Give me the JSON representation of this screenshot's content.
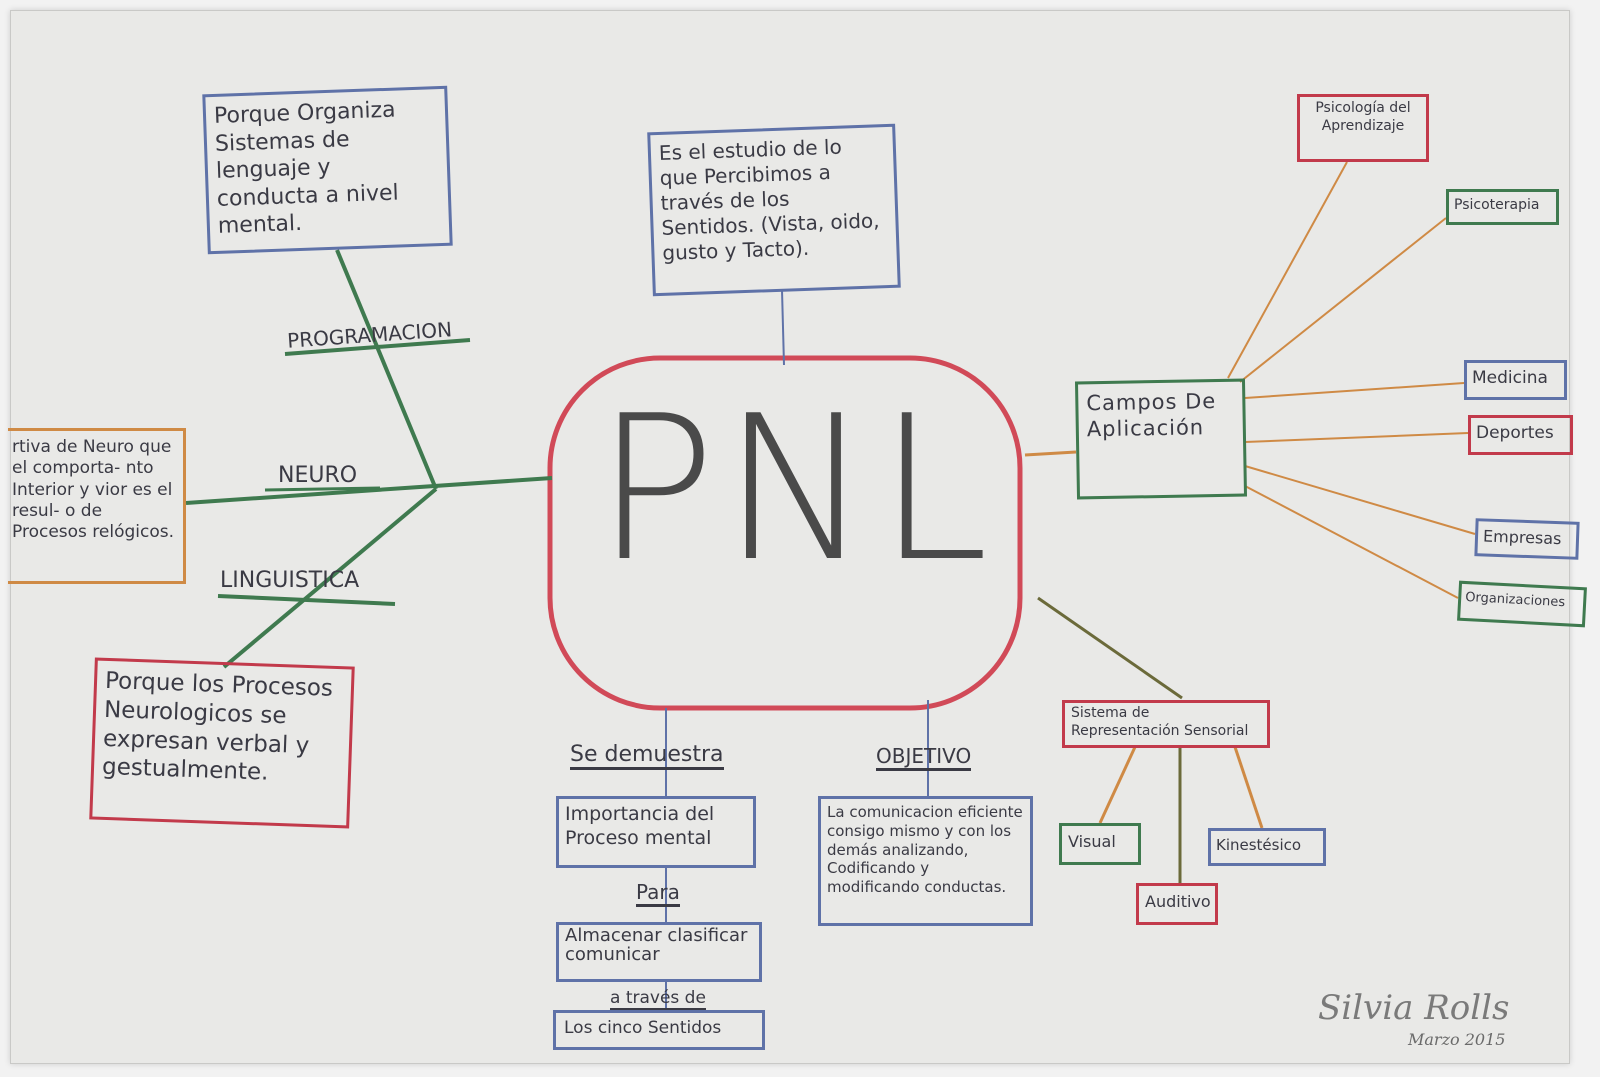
{
  "center": {
    "title": "PNL"
  },
  "branches": {
    "programacion": "PROGRAMACION",
    "neuro": "NEURO",
    "linguistica": "LINGUISTICA"
  },
  "boxes": {
    "programacion_desc": "Porque Organiza Sistemas de lenguaje y conducta a nivel mental.",
    "neuro_desc": "rtiva de Neuro que el comporta- nto Interior y vior es el resul- o de Procesos relógicos.",
    "linguistica_desc": "Porque los Procesos Neurologicos se expresan verbal y gestualmente.",
    "estudio_desc": "Es el estudio de lo que Percibimos a través de los Sentidos. (Vista, oido, gusto y Tacto).",
    "campos": "Campos De Aplicación",
    "importancia": "Importancia del Proceso mental",
    "almacenar": "Almacenar clasificar comunicar",
    "cinco_sentidos": "Los cinco Sentidos",
    "objetivo_desc": "La comunicacion eficiente consigo mismo y con los demás analizando, Codificando y modificando conductas.",
    "sistema": "Sistema de Representación Sensorial"
  },
  "labels": {
    "se_demuestra": "Se demuestra",
    "para": "Para",
    "a_traves_de": "a través de",
    "objetivo": "OBJETIVO"
  },
  "campos": [
    "Psicología del Aprendizaje",
    "Psicoterapia",
    "Medicina",
    "Deportes",
    "Empresas",
    "Organizaciones"
  ],
  "sistema": [
    "Visual",
    "Auditivo",
    "Kinestésico"
  ],
  "signature": {
    "name": "Silvia Rolls",
    "date": "Marzo 2015"
  },
  "colors": {
    "red": "#c23a4b",
    "blue": "#5f72a8",
    "green": "#3f7a4f",
    "orange": "#cf8a45"
  }
}
